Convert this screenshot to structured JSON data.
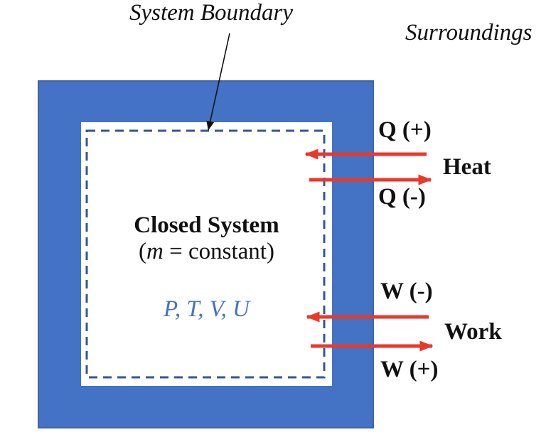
{
  "scene": {
    "system_boundary_label": "System Boundary",
    "surroundings_label": "Surroundings"
  },
  "system": {
    "title": "Closed System",
    "mass_constraint": {
      "prefix": "(",
      "symbol": "m",
      "suffix": " = constant)"
    },
    "state_properties": "P, T, V, U"
  },
  "heat": {
    "positive_label": "Q (+)",
    "name": "Heat",
    "negative_label": "Q (-)"
  },
  "work": {
    "negative_label": "W (-)",
    "name": "Work",
    "positive_label": "W (+)"
  },
  "colors": {
    "wall_blue": "#4472C4",
    "wall_border_blue": "#3E63AC",
    "boundary_dash_blue": "#35549B",
    "arrow_red": "#E8392B",
    "pointer_black": "#111111",
    "state_text_blue": "#4472C4",
    "label_black": "#111111"
  }
}
